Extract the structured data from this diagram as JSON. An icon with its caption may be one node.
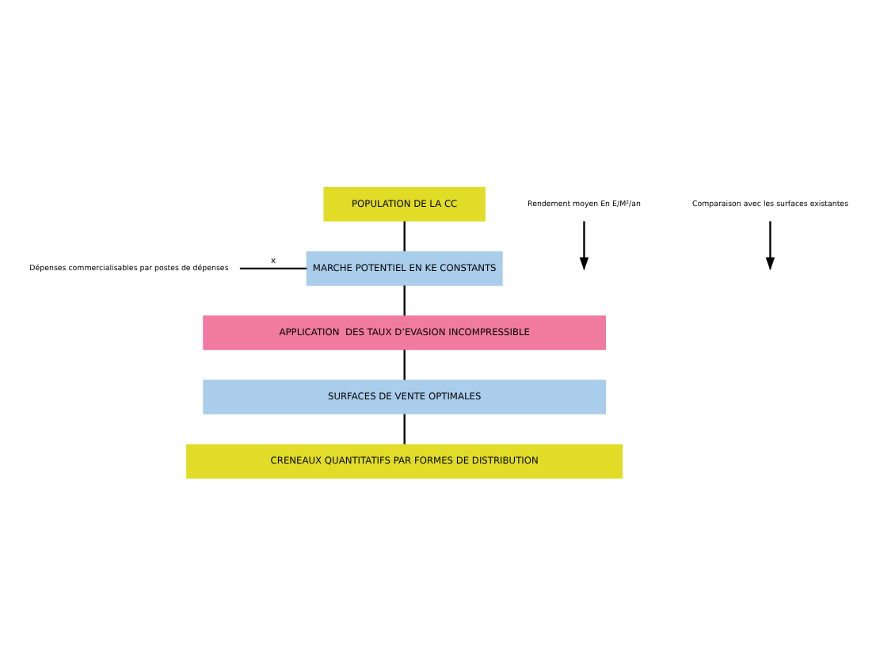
{
  "diagram": {
    "nodes": [
      {
        "text": [
          "POPULATION DE LA CC"
        ]
      },
      {
        "text": [
          "MARCHE POTENTIEL EN KE CONSTANTS"
        ]
      },
      {
        "text": [
          "APPLICATION  DES TAUX D’EVASION INCOMPRESSIBLE"
        ]
      },
      {
        "text": [
          "SURFACES DE VENTE OPTIMALES"
        ]
      },
      {
        "text": [
          "CRENEAUX QUANTITATIFS PAR FORMES DE DISTRIBUTION"
        ]
      },
      {
        "text": [
          "Dépenses commercialisables par postes de dépenses"
        ]
      },
      {
        "text": [
          "Rendement moyen En E/M²/an"
        ]
      },
      {
        "text": [
          "Comparaison avec les surfaces existantes"
        ]
      }
    ],
    "edges": [
      {
        "from": 0,
        "to": 1,
        "arrow": "none"
      },
      {
        "from": 5,
        "to": 1,
        "arrow": "none",
        "label": "x"
      },
      {
        "from": 1,
        "to": 2,
        "arrow": "none"
      },
      {
        "from": 2,
        "to": 3,
        "arrow": "none"
      },
      {
        "from": 6,
        "to": null,
        "arrow": "to"
      },
      {
        "from": 3,
        "to": 4,
        "arrow": "none"
      },
      {
        "from": 7,
        "to": null,
        "arrow": "to"
      }
    ]
  }
}
